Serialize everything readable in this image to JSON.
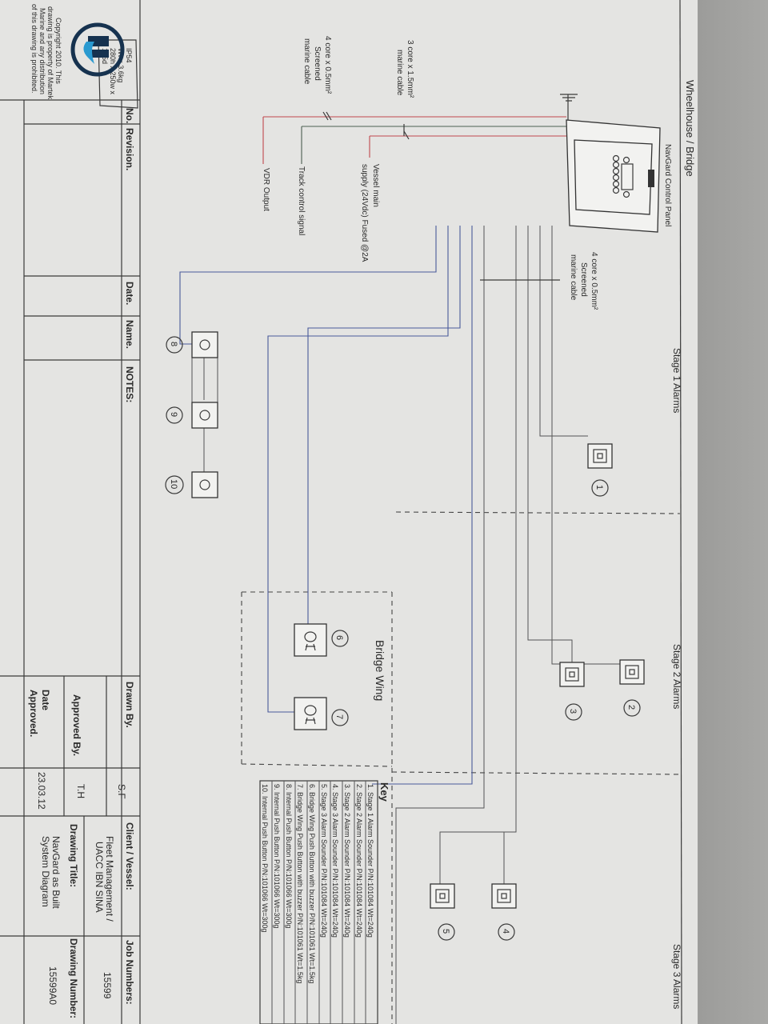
{
  "header_title": "Wheelhouse / Bridge",
  "enclosure_spec": [
    "IP54",
    "Wt = 3.6kg",
    "280h x 250w x",
    "135d"
  ],
  "control_panel_label": "NavGard Control Panel",
  "stages": [
    "Stage 1 Alarms",
    "Stage 2 Alarms",
    "Stage 3 Alarms"
  ],
  "cables": {
    "power_cable": [
      "3 core x 1.5mm²",
      "marine cable"
    ],
    "signal_cable": [
      "4 core x 0.5mm²",
      "Screened",
      "marine cable"
    ],
    "alarm_cable": [
      "4 core x 0.5mm²",
      "Screened",
      "marine cable"
    ]
  },
  "connections": {
    "supply": [
      "Vessel main",
      "supply (24Vdc) Fused @2A"
    ],
    "track": "Track control signal",
    "vdr": "VDR Output"
  },
  "bridge_wing_label": "Bridge Wing",
  "device_numbers": [
    "1",
    "2",
    "3",
    "4",
    "5",
    "6",
    "7",
    "8",
    "9",
    "10"
  ],
  "key": {
    "title": "Key",
    "items": [
      "1. Stage 1 Alarm Sounder P/N:101084 Wt=240g",
      "2. Stage 2 Alarm Sounder P/N:101084 Wt=240g",
      "3. Stage 2 Alarm Sounder P/N:101084 Wt=240g",
      "4. Stage 3 Alarm Sounder P/N:101084 Wt=240g",
      "5. Stage 3 Alarm Sounder P/N:101084 Wt=240g",
      "6. Bridge Wing Push Button with buzzer P/N:101061 Wt=1.5kg",
      "7. Bridge Wing Push Button with buzzer P/N:101061 Wt=1.5kg",
      "8. Internal Push Button P/N:101066 Wt=300g",
      "9. Internal Push Button P/N:101066 Wt=300g",
      "10. Internal Push Button P/N:101066 Wt=300g"
    ]
  },
  "title_block": {
    "no": "No.",
    "revision": "Revision.",
    "date": "Date.",
    "name": "Name.",
    "notes": "NOTES:",
    "drawn_by_label": "Drawn By.",
    "drawn_by": "S.F",
    "approved_by_label": "Approved By.",
    "approved_by": "T.H",
    "date_approved_label": [
      "Date",
      "Approved."
    ],
    "date_approved": "23.03.12",
    "client_label": "Client / Vessel:",
    "client": [
      "Fleet Management /",
      "UACC IBN SINA"
    ],
    "drawing_title_label": "Drawing Title:",
    "drawing_title": [
      "NavGard as Built",
      "System Diagram"
    ],
    "job_label": "Job Numbers:",
    "job": "15599",
    "drawing_number_label": "Drawing Number:",
    "drawing_number": "15599A0"
  },
  "copyright": [
    "Copyright 2010. This",
    "drawing is property of Martek",
    "Marine and any distribution",
    "of this drawing is prohibited."
  ],
  "colors": {
    "supply_wire": "#c0474e",
    "signal_wire": "#4a5a9a",
    "logo_dark": "#16324f",
    "logo_light": "#2a9ad0"
  }
}
